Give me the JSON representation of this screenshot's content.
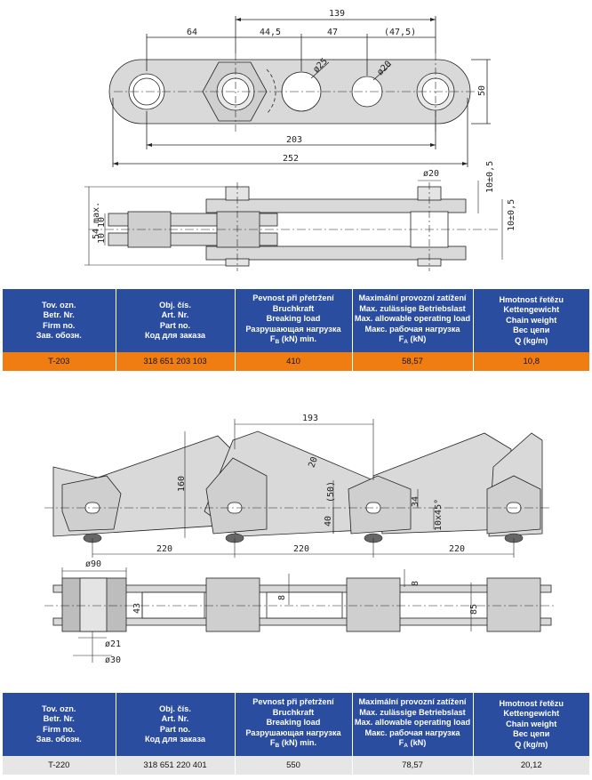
{
  "colors": {
    "header_bg": "#2a4da0",
    "row1_bg": "#ef7d12",
    "row2_bg": "#e6e6e6",
    "drawing_fill": "#d9d9d9"
  },
  "drawing1": {
    "dims": {
      "d139": "139",
      "d64": "64",
      "d44_5": "44,5",
      "d47": "47",
      "d47_5": "(47,5)",
      "phi25": "ø25",
      "phi20": "ø20",
      "d50": "50",
      "d203": "203",
      "d252": "252"
    },
    "side": {
      "phi20": "ø20",
      "d10pm05a": "10±0,5",
      "d10pm05b": "10±0,5",
      "d54max": "54 max.",
      "d10a": "10",
      "d10b": "10"
    }
  },
  "drawing2": {
    "dims": {
      "d193": "193",
      "d20": "20",
      "d160": "160",
      "d50": "(50)",
      "d34": "34",
      "d10x45": "10x45°",
      "d40": "40",
      "d220a": "220",
      "d220b": "220",
      "d220c": "220"
    },
    "side": {
      "phi90": "ø90",
      "d8a": "8",
      "d8b": "8",
      "d43": "43",
      "d85": "85",
      "phi21": "ø21",
      "phi30": "ø30"
    }
  },
  "table_headers": [
    {
      "lines": [
        "Tov. ozn.",
        "Betr. Nr.",
        "Firm no.",
        "Зав. обозн."
      ]
    },
    {
      "lines": [
        "Obj. čís.",
        "Art. Nr.",
        "Part no.",
        "Код для заказа"
      ]
    },
    {
      "lines": [
        "Pevnost při přetržení",
        "Bruchkraft",
        "Breaking load",
        "Разрушающая нагрузка"
      ],
      "unit_pre": "F",
      "unit_sub": "B",
      "unit_post": " (kN) min."
    },
    {
      "lines": [
        "Maximální provozní zatížení",
        "Max. zulässige Betriebslast",
        "Max. allowable operating load",
        "Макс. рабочая нагрузка"
      ],
      "unit_pre": "F",
      "unit_sub": "A",
      "unit_post": " (kN)"
    },
    {
      "lines": [
        "Hmotnost řetězu",
        "Kettengewicht",
        "Chain weight",
        "Вес цепи",
        "Q (kg/m)"
      ]
    }
  ],
  "table1": {
    "row": [
      "T-203",
      "318 651 203 103",
      "410",
      "58,57",
      "10,8"
    ]
  },
  "table2": {
    "row": [
      "T-220",
      "318 651 220 401",
      "550",
      "78,57",
      "20,12"
    ]
  }
}
